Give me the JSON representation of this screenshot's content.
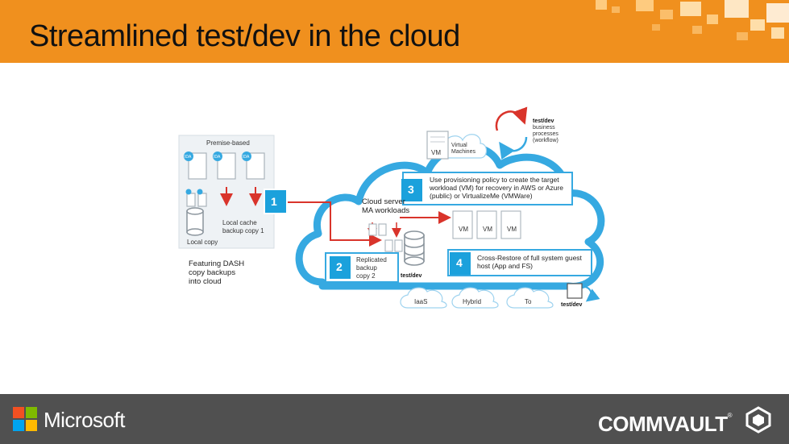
{
  "header": {
    "title": "Streamlined test/dev in the cloud"
  },
  "diagram": {
    "onprem": {
      "title": "Premise-based",
      "ida_labels": [
        "IDA",
        "IDA",
        "IDA"
      ],
      "local_cache": "Local cache",
      "backup_copy_1": "backup copy 1",
      "local_copy": "Local copy",
      "caption": [
        "Featuring DASH",
        "copy backups",
        "into cloud"
      ]
    },
    "virtual_machines": {
      "vm_label": "VM",
      "lines": [
        "Virtual",
        "Machines"
      ]
    },
    "loop": {
      "lines": [
        "test/dev",
        "business",
        "processes",
        "(workflow)"
      ]
    },
    "steps": [
      {
        "number": "1"
      },
      {
        "number": "2",
        "lines": [
          "Replicated",
          "backup",
          "copy 2"
        ]
      },
      {
        "number": "3",
        "lines": [
          "Use provisioning policy to create the target",
          "workload (VM) for recovery in AWS or Azure",
          "(public) or VirtualizeMe (VMWare)"
        ]
      },
      {
        "number": "4",
        "lines": [
          "Cross-Restore of full system guest",
          "host (App and FS)"
        ]
      }
    ],
    "cloud_server": [
      "Cloud server",
      "MA workloads"
    ],
    "vm_row": [
      "VM",
      "VM",
      "VM"
    ],
    "testdev_labels": [
      "test/dev",
      "test/dev"
    ],
    "small_clouds": [
      "IaaS",
      "Hybrid",
      "To"
    ],
    "colors": {
      "accent": "#f0901e",
      "cloud_blue": "#36a9e1",
      "step_blue": "#1ba1dc",
      "arrow_red": "#d9342b"
    }
  },
  "footer": {
    "microsoft": "Microsoft",
    "commvault": "COMMVAULT",
    "registered": "®",
    "ms_colors": [
      "#f25022",
      "#7fba00",
      "#00a4ef",
      "#ffb900"
    ]
  }
}
